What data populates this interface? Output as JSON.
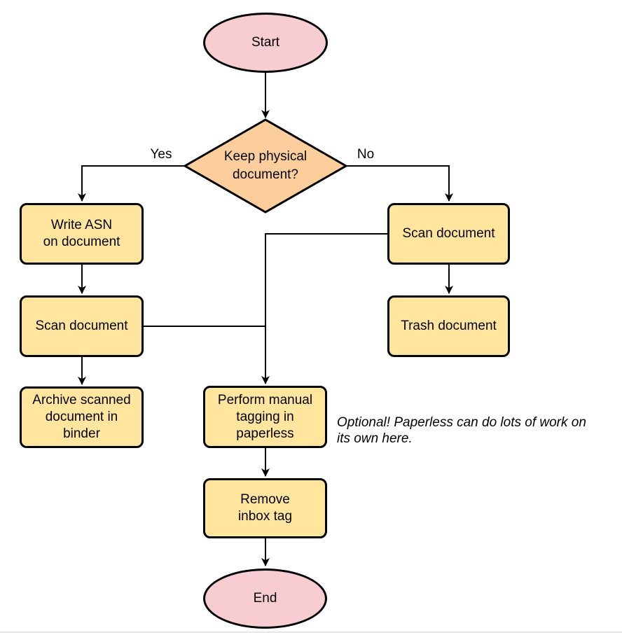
{
  "colors": {
    "terminal-fill": "#f8cdd2",
    "decision-fill": "#fcce9b",
    "process-fill": "#ffe59d",
    "stroke": "#000000",
    "text": "#000000",
    "page-edge": "#e6e6e6"
  },
  "nodes": {
    "start": {
      "type": "terminal",
      "lines": [
        "Start"
      ]
    },
    "decision": {
      "type": "decision",
      "lines": [
        "Keep physical",
        "document?"
      ]
    },
    "write_asn": {
      "type": "process",
      "lines": [
        "Write ASN",
        "on document"
      ]
    },
    "scan_left": {
      "type": "process",
      "lines": [
        "Scan document"
      ]
    },
    "archive": {
      "type": "process",
      "lines": [
        "Archive scanned",
        "document in",
        "binder"
      ]
    },
    "scan_right": {
      "type": "process",
      "lines": [
        "Scan document"
      ]
    },
    "trash": {
      "type": "process",
      "lines": [
        "Trash document"
      ]
    },
    "tagging": {
      "type": "process",
      "lines": [
        "Perform manual",
        "tagging in",
        "paperless"
      ]
    },
    "remove_inbox": {
      "type": "process",
      "lines": [
        "Remove",
        "inbox tag"
      ]
    },
    "end": {
      "type": "terminal",
      "lines": [
        "End"
      ]
    }
  },
  "edge_labels": {
    "yes": "Yes",
    "no": "No"
  },
  "note": {
    "lines": [
      "Optional! Paperless can do lots of work on",
      "its own here."
    ]
  }
}
